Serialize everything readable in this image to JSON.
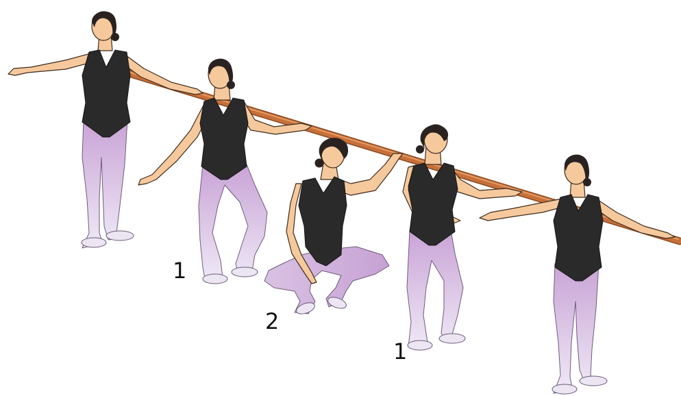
{
  "figure": {
    "colors": {
      "background": "#ffffff",
      "barre": "#c8703a",
      "barre_edge": "#8a4a22",
      "skin": "#f6c99c",
      "leotard": "#2b2a2a",
      "hair": "#2a2220",
      "tights_top": "#c9a3d6",
      "tights_bottom": "#efeaf6"
    },
    "icons": [
      "ballet-barre",
      "dancer-first-position",
      "dancer-demi-plie",
      "dancer-grand-plie",
      "dancer-rising",
      "dancer-standing"
    ]
  },
  "labels": {
    "step_a": "1",
    "step_b": "2",
    "step_c": "1"
  }
}
